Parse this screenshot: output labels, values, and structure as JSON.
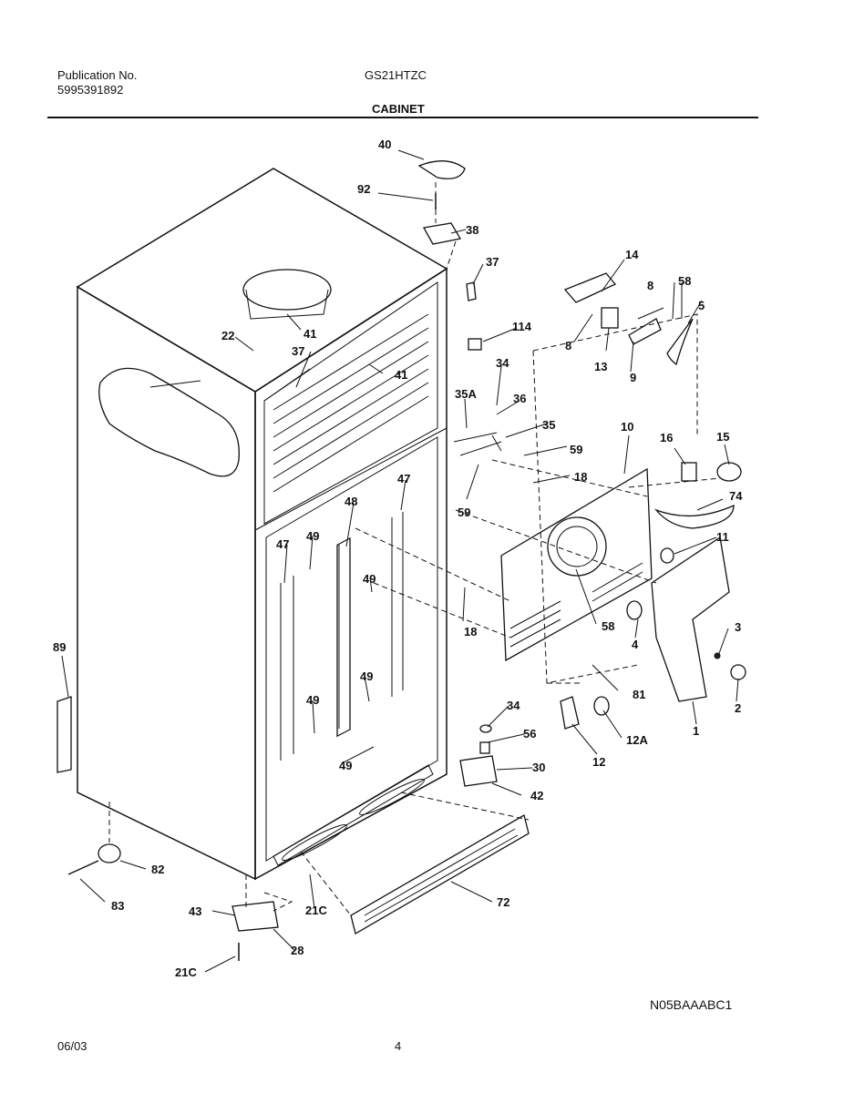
{
  "header": {
    "publication_label": "Publication No.",
    "publication_number": "5995391892",
    "model": "GS21HTZC",
    "section_title": "CABINET"
  },
  "callouts": [
    "40",
    "92",
    "38",
    "37",
    "41",
    "22",
    "37",
    "41",
    "14",
    "58",
    "8",
    "5",
    "8",
    "13",
    "9",
    "114",
    "34",
    "35A",
    "36",
    "35",
    "59",
    "59",
    "18",
    "10",
    "16",
    "15",
    "74",
    "47",
    "48",
    "49",
    "49",
    "47",
    "11",
    "58",
    "4",
    "3",
    "18",
    "89",
    "49",
    "49",
    "49",
    "81",
    "2",
    "34",
    "56",
    "12A",
    "1",
    "12",
    "30",
    "42",
    "82",
    "83",
    "72",
    "43",
    "21C",
    "28",
    "21C"
  ],
  "footer": {
    "diagram_code": "N05BAAABC1",
    "date": "06/03",
    "page": "4"
  }
}
